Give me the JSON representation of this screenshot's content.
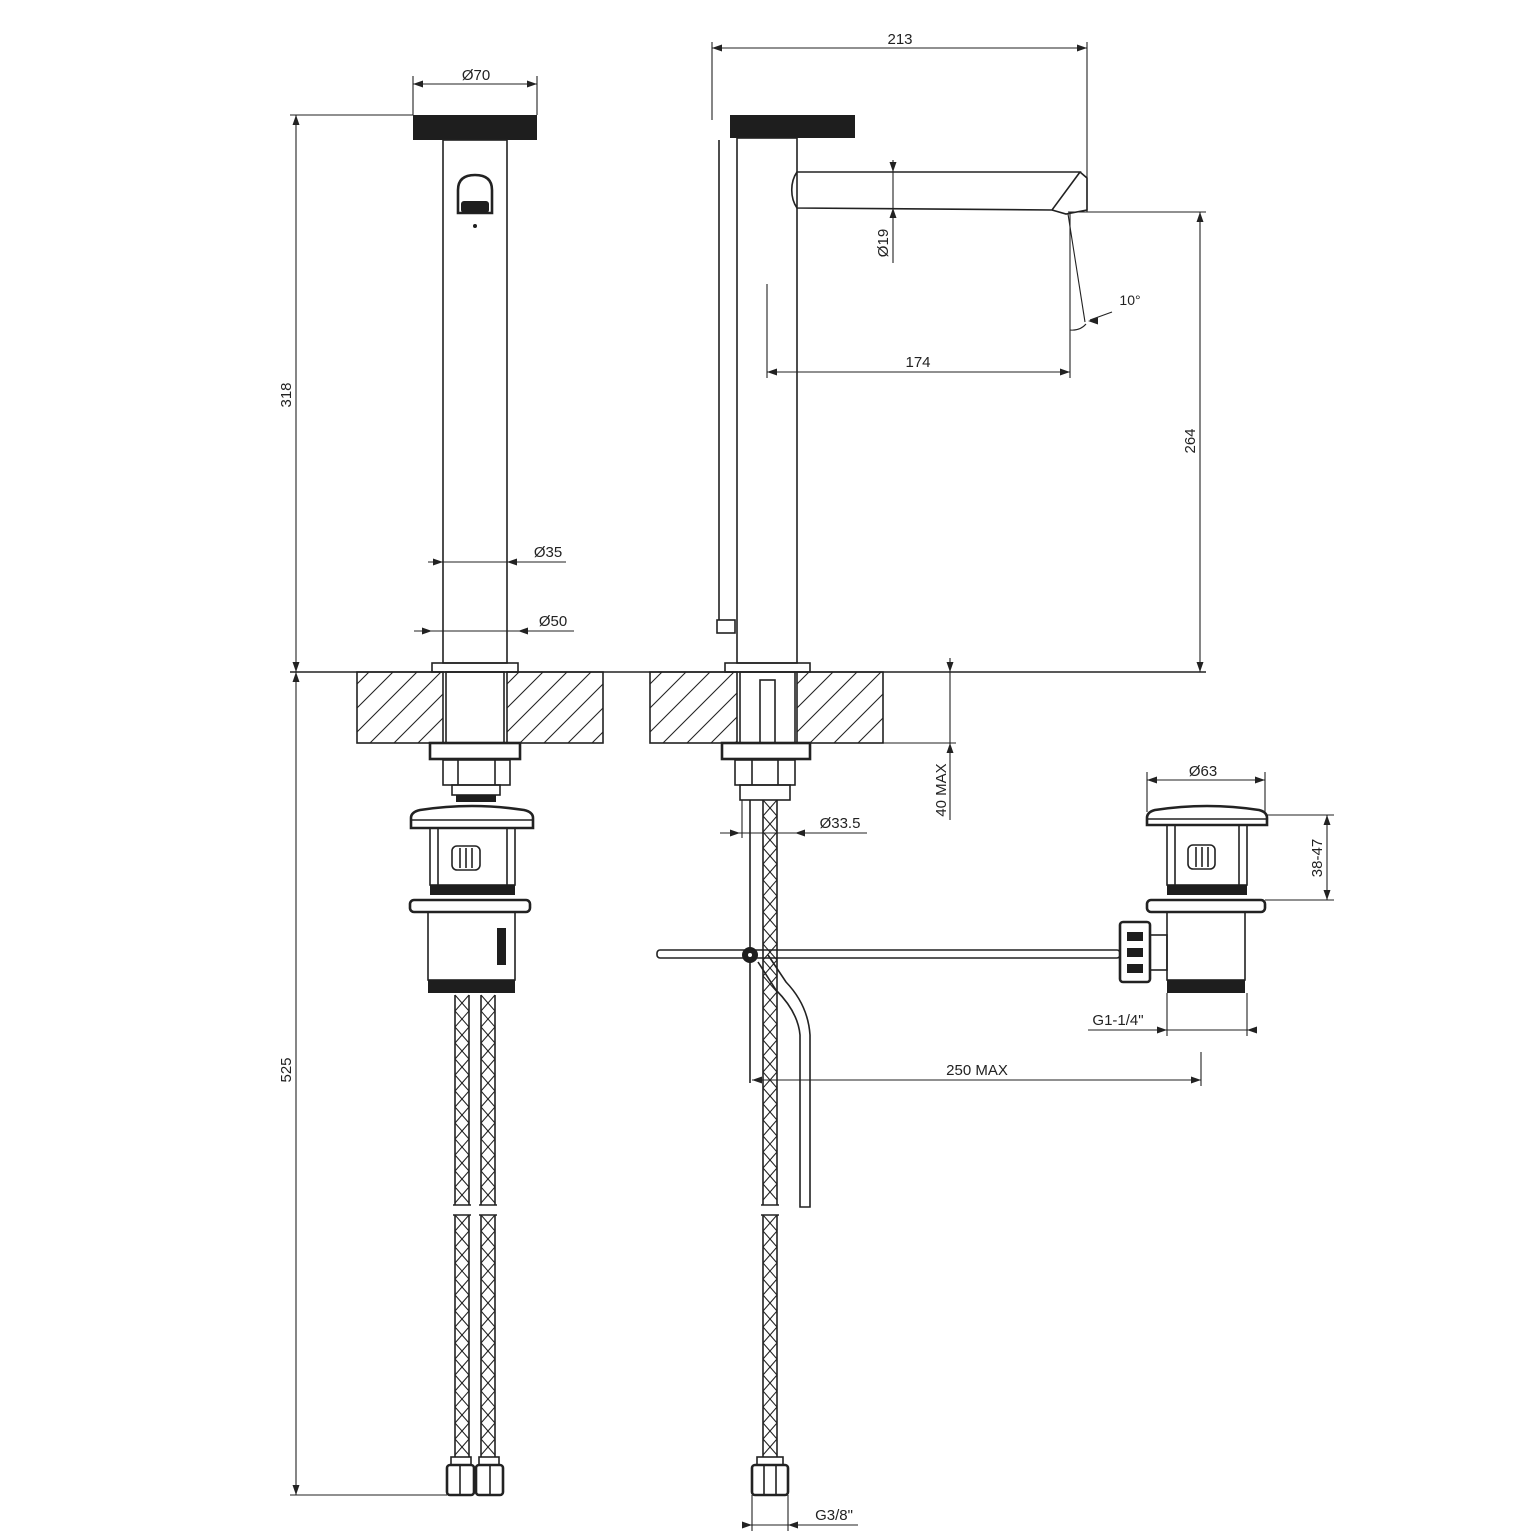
{
  "dimensions": {
    "top_diameter": "Ø70",
    "height_above_deck": "318",
    "body_diameter": "Ø35",
    "base_diameter": "Ø50",
    "length_below_deck": "525",
    "total_reach": "213",
    "spout_diameter": "Ø19",
    "outlet_angle": "10°",
    "spout_reach": "174",
    "outlet_height": "264",
    "deck_thickness": "40 MAX",
    "shank_diameter": "Ø33.5",
    "waste_cap_diameter": "Ø63",
    "waste_cap_height": "38-47",
    "waste_thread": "G1-1/4\"",
    "rod_length": "250 MAX",
    "hose_thread": "G3/8\""
  },
  "colors": {
    "ink": "#222222",
    "solid": "#1e1e1e",
    "background": "#ffffff"
  }
}
